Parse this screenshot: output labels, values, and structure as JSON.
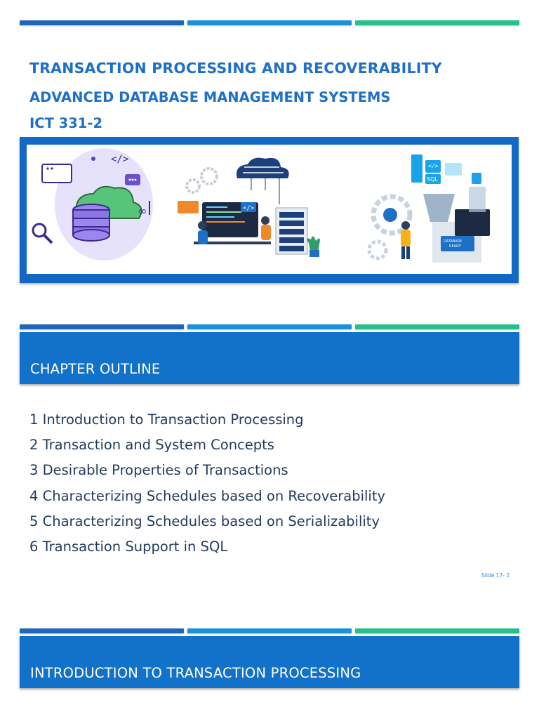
{
  "colors": {
    "stripe_dark": "#1f66b8",
    "stripe_mid": "#1a91d8",
    "stripe_green": "#25c08e",
    "band": "#1271c8",
    "title": "#1e6fc6",
    "text": "#1f3a5c"
  },
  "slide1": {
    "title": "TRANSACTION PROCESSING AND RECOVERABILITY",
    "subtitle": "ADVANCED DATABASE MANAGEMENT SYSTEMS",
    "course": "ICT 331-2",
    "banner": {
      "code_tag": "</>",
      "sql_tag": "SQL",
      "code_icon_label": "</>",
      "db_panel_label": "DATABASE READY",
      "icons": [
        "database-cloud-icon",
        "search-icon",
        "gear-icon",
        "cloud-server-icon",
        "server-rack-icon",
        "plant-icon",
        "data-cube-icon"
      ]
    }
  },
  "slide2": {
    "heading": "CHAPTER OUTLINE",
    "items": [
      "1 Introduction to Transaction Processing",
      "2 Transaction and System Concepts",
      "3 Desirable Properties of Transactions",
      "4 Characterizing Schedules based on Recoverability",
      "5 Characterizing Schedules based on Serializability",
      "6 Transaction Support in SQL"
    ],
    "slide_number": "Slide 17- 2"
  },
  "slide3": {
    "heading": "INTRODUCTION TO TRANSACTION PROCESSING"
  }
}
